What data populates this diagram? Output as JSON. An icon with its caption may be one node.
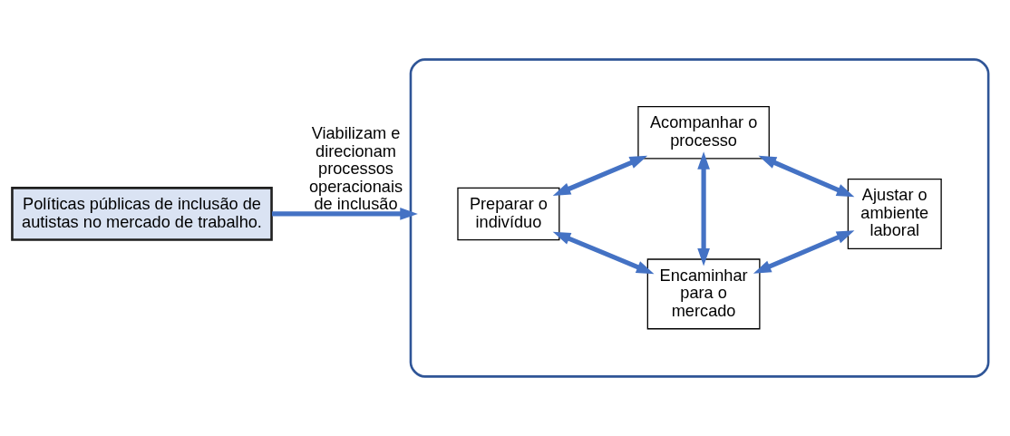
{
  "diagram": {
    "nodes": [
      {
        "text": [
          "Políticas públicas de inclusão de autistas no mercado de trabalho."
        ]
      },
      {
        "text": [],
        "shape": "box"
      },
      {
        "text": [
          "Encaminhar para o mercado"
        ],
        "in": 1
      },
      {
        "text": [
          "Preparar o indivíduo"
        ],
        "in": 1
      },
      {
        "text": [
          "Ajustar o ambiente laboral"
        ],
        "in": 1
      },
      {
        "text": [
          "Acompanhar o processo"
        ],
        "in": 1
      }
    ],
    "edges": [
      {
        "from": 0,
        "to": 1,
        "arrow": "to",
        "label": "Viabilizam e direcionam processos operacionais de inclusão"
      },
      {
        "from": 3,
        "to": 2,
        "arrow": "both"
      },
      {
        "from": 2,
        "to": 4,
        "arrow": "both"
      },
      {
        "from": 2,
        "to": 5,
        "arrow": "both"
      },
      {
        "from": 3,
        "to": 5,
        "arrow": "both"
      },
      {
        "from": 5,
        "to": 4,
        "arrow": "both"
      }
    ]
  }
}
